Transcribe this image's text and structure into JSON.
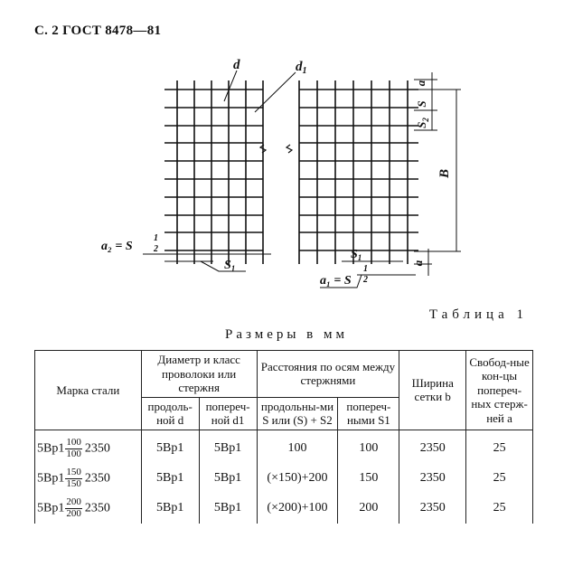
{
  "header": "С. 2 ГОСТ 8478—81",
  "drawing": {
    "labels": {
      "d": "d",
      "d1": "d",
      "d1_sub": "1",
      "a": "a",
      "S": "S",
      "S2": "S",
      "S2_sub": "2",
      "B": "B",
      "S1_bottom": "S",
      "S1_bottom_sub": "1",
      "S1_right": "S",
      "S1_right_sub": "1",
      "a2_formula": "a₂ = S",
      "a2_frac_num": "1",
      "a2_frac_den": "2",
      "a1_formula": "a₁ = S",
      "a1_frac_num": "1",
      "a1_frac_den": "2",
      "a_right": "a"
    }
  },
  "table_label": "Таблица 1",
  "table_caption": "Размеры в мм",
  "table": {
    "headers": {
      "steel_grade": "Марка стали",
      "diameter_group": "Диаметр и класс проволоки или стержня",
      "spacing_group": "Расстояния по осям между стержнями",
      "width": "Ширина сетки b",
      "free_ends": "Свобод-ные кон-цы попереч-ных стерж-ней a",
      "longitudinal_d": "продоль-ной d",
      "transverse_d1": "попереч-ной d1",
      "longitudinal_s": "продольны-ми S или (S) + S2",
      "transverse_s1": "попереч-ными S1"
    },
    "rows": [
      {
        "mark_prefix": "5Вр1",
        "frac_num": "100",
        "frac_den": "100",
        "mark_suffix": "2350",
        "d": "5Вр1",
        "d1": "5Вр1",
        "s": "100",
        "s1": "100",
        "b": "2350",
        "a": "25"
      },
      {
        "mark_prefix": "5Вр1",
        "frac_num": "150",
        "frac_den": "150",
        "mark_suffix": "2350",
        "d": "5Вр1",
        "d1": "5Вр1",
        "s": "(×150)+200",
        "s1": "150",
        "b": "2350",
        "a": "25"
      },
      {
        "mark_prefix": "5Вр1",
        "frac_num": "200",
        "frac_den": "200",
        "mark_suffix": "2350",
        "d": "5Вр1",
        "d1": "5Вр1",
        "s": "(×200)+100",
        "s1": "200",
        "b": "2350",
        "a": "25"
      }
    ]
  }
}
